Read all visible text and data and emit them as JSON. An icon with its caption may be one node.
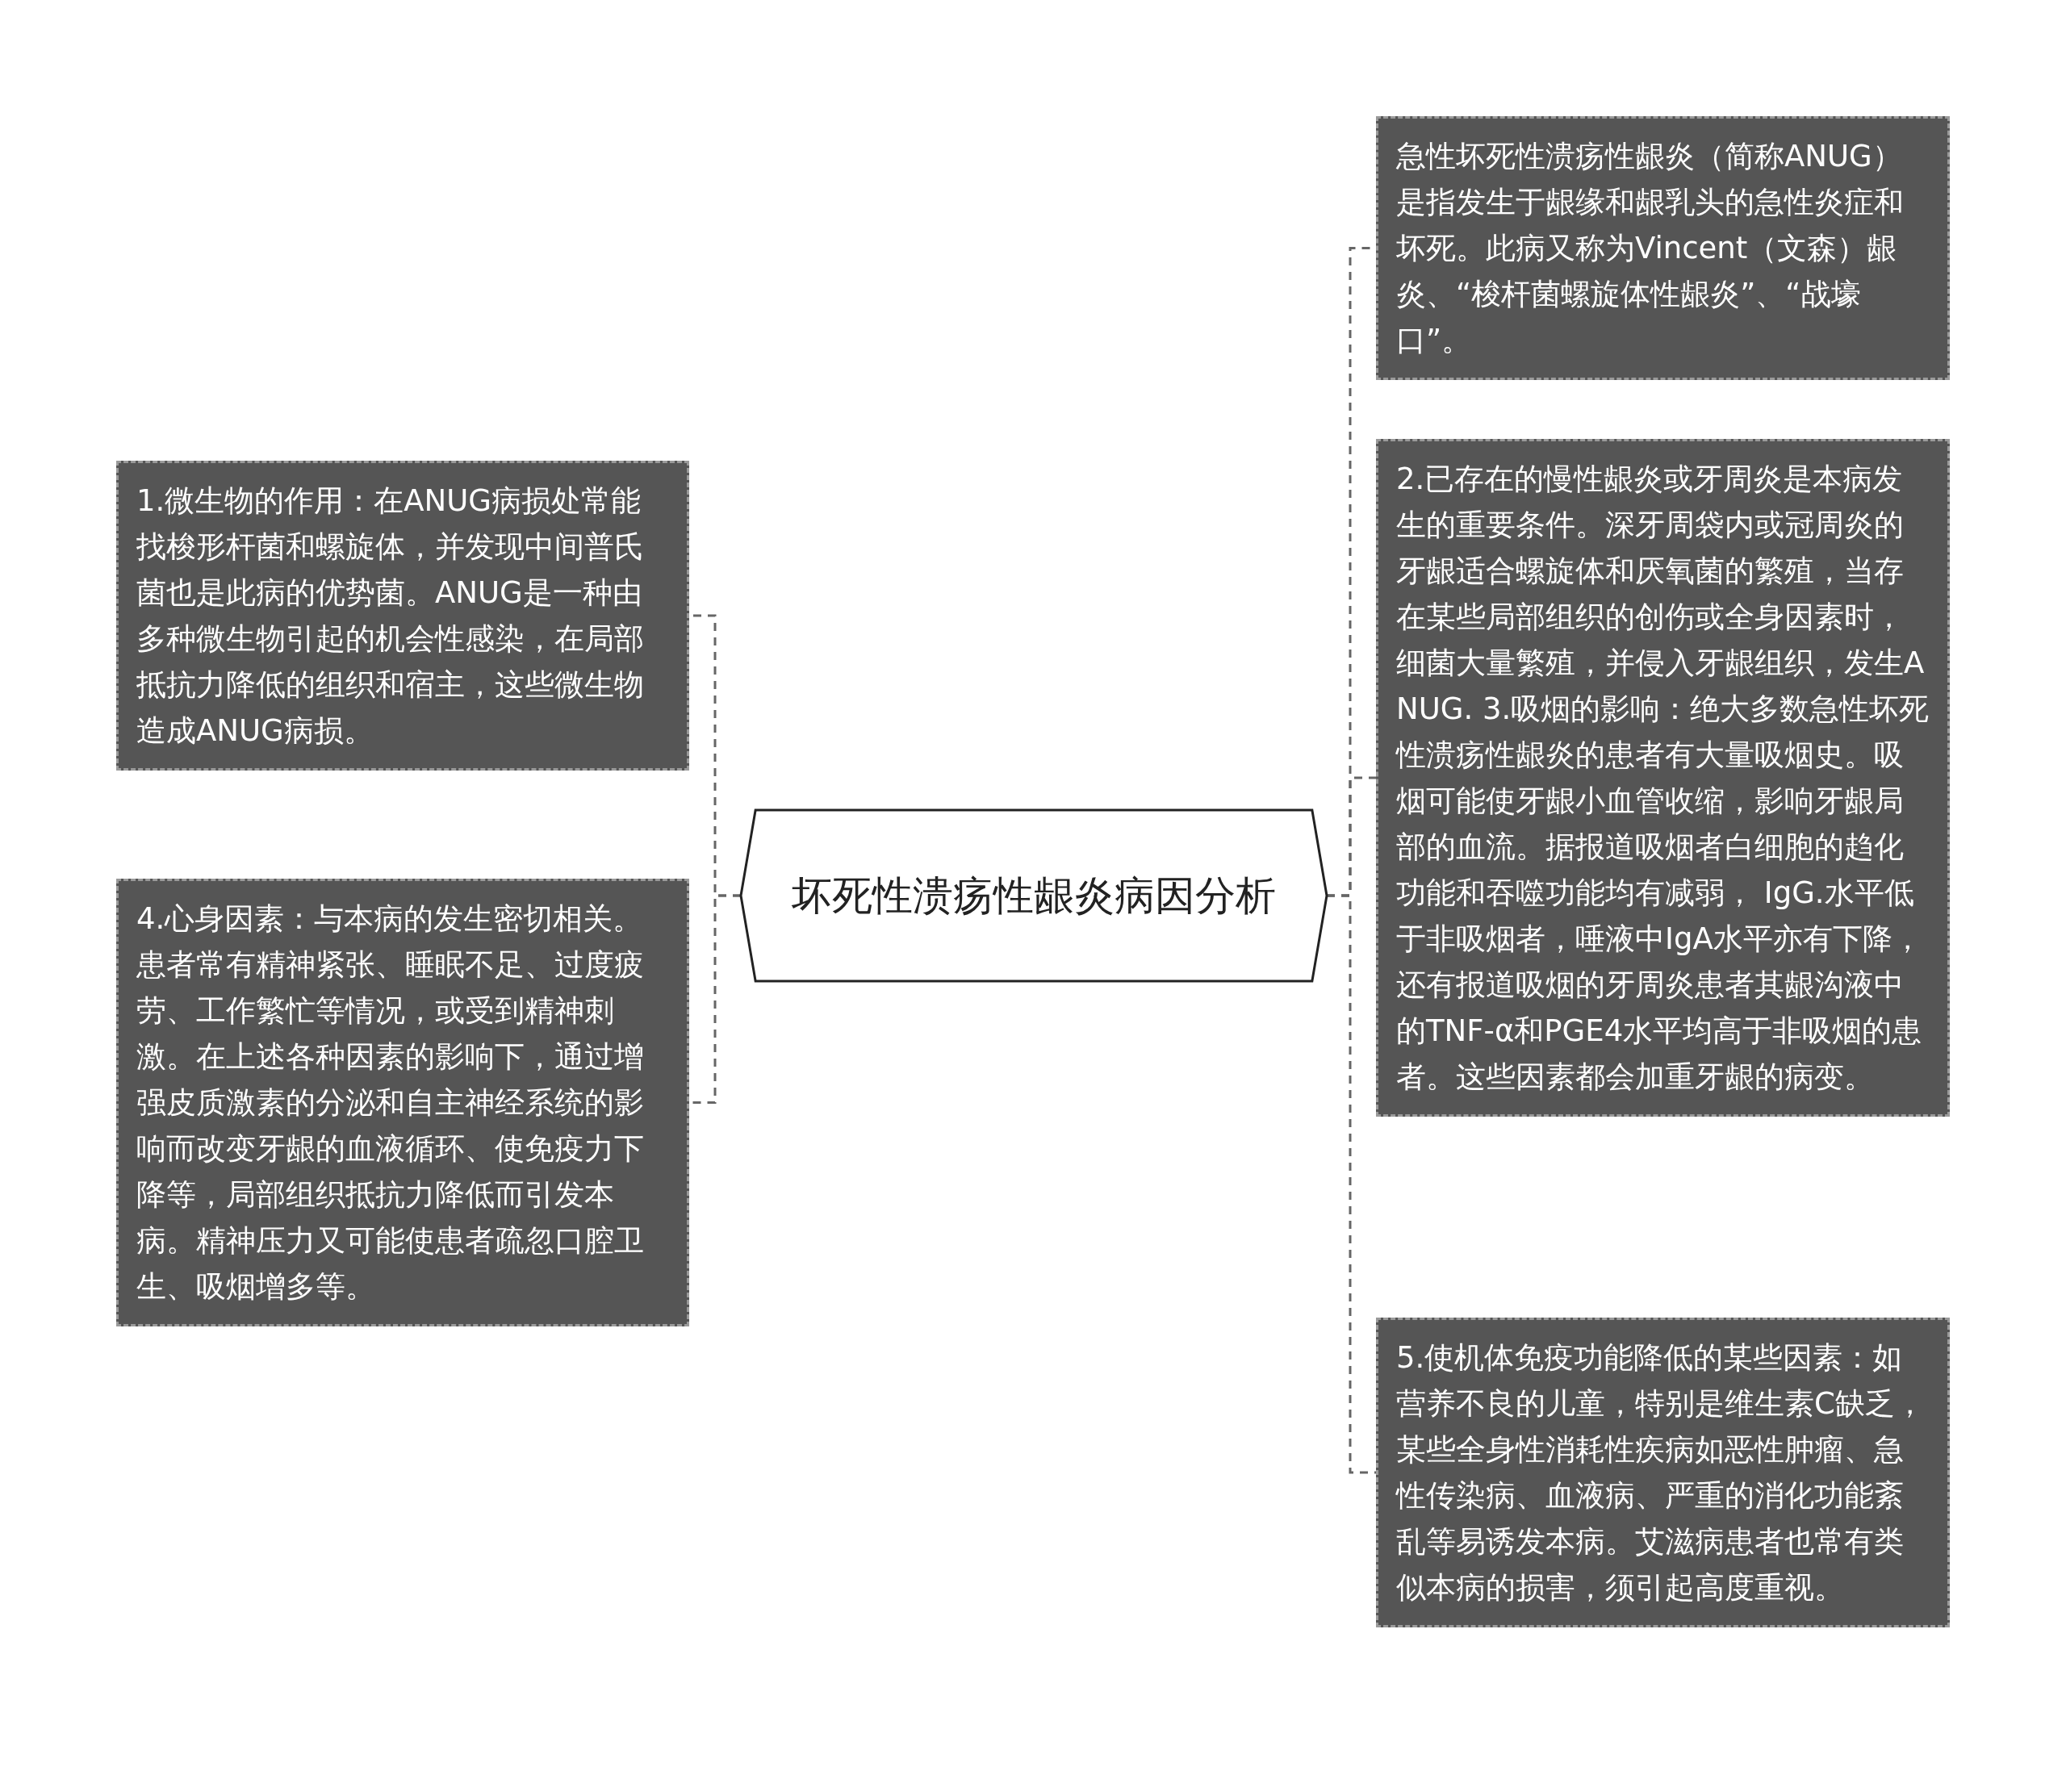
{
  "diagram": {
    "nodes": [
      {
        "text": [
          "坏死性溃疡性龈炎病因分析"
        ]
      },
      {
        "text": [
          "1.微生物的作用：在ANUG病损处常能找梭形杆菌和螺旋体，并发现中间普氏菌也是此病的优势菌。ANUG是一种由多种微生物引起的机会性感染，在局部抵抗力降低的组织和宿主，这些微生物造成ANUG病损。"
        ]
      },
      {
        "text": [
          "4.心身因素：与本病的发生密切相关。患者常有精神紧张、睡眠不足、过度疲劳、工作繁忙等情况，或受到精神刺激。在上述各种因素的影响下，通过增强皮质激素的分泌和自主神经系统的影响而改变牙龈的血液循环、使免疫力下降等，局部组织抵抗力降低而引发本病。精神压力又可能使患者疏忽口腔卫生、吸烟增多等。"
        ]
      },
      {
        "text": [
          "急性坏死性溃疡性龈炎（简称ANUG）是指发生于龈缘和龈乳头的急性炎症和坏死。此病又称为Vincent（文森）龈炎、“梭杆菌螺旋体性龈炎”、“战壕口”。"
        ]
      },
      {
        "text": [
          "2.已存在的慢性龈炎或牙周炎是本病发生的重要条件。深牙周袋内或冠周炎的牙龈适合螺旋体和厌氧菌的繁殖，当存在某些局部组织的创伤或全身因素时，细菌大量繁殖，并侵入牙龈组织，发生ANUG. 3.吸烟的影响：绝大多数急性坏死性溃疡性龈炎的患者有大量吸烟史。吸烟可能使牙龈小血管收缩，影响牙龈局部的血流。据报道吸烟者白细胞的趋化功能和吞噬功能均有减弱， IgG.水平低于非吸烟者，唾液中IgA水平亦有下降，还有报道吸烟的牙周炎患者其龈沟液中的TNF-α和PGE4水平均高于非吸烟的患者。这些因素都会加重牙龈的病变。"
        ]
      },
      {
        "text": [
          "5.使机体免疫功能降低的某些因素：如营养不良的儿童，特别是维生素C缺乏，某些全身性消耗性疾病如恶性肿瘤、急性传染病、血液病、严重的消化功能紊乱等易诱发本病。艾滋病患者也常有类似本病的损害，须引起高度重视。"
        ]
      }
    ],
    "edges": [
      {
        "from": 0,
        "to": 1,
        "arrow": "none",
        "style": "dashed"
      },
      {
        "from": 0,
        "to": 2,
        "arrow": "none",
        "style": "dashed"
      },
      {
        "from": 0,
        "to": 3,
        "arrow": "none",
        "style": "dashed"
      },
      {
        "from": 0,
        "to": 4,
        "arrow": "none",
        "style": "dashed"
      },
      {
        "from": 0,
        "to": 5,
        "arrow": "none",
        "style": "dashed"
      }
    ]
  }
}
